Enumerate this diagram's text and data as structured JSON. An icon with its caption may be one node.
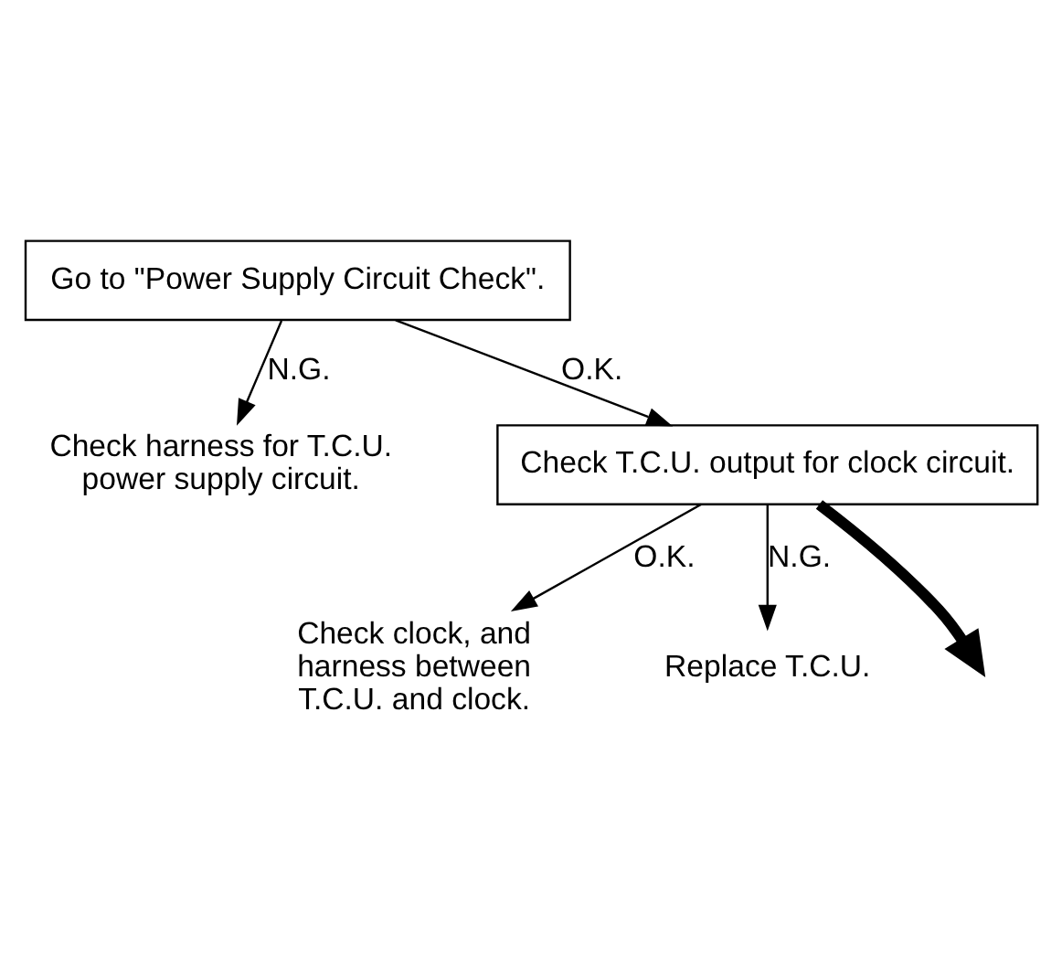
{
  "diagram": {
    "nodes": [
      {
        "text": [
          "Go to \"Power Supply Circuit Check\"."
        ]
      },
      {
        "text": [
          "Check harness for T.C.U. power supply circuit."
        ]
      },
      {
        "text": [
          "Check T.C.U. output for clock circuit."
        ]
      },
      {
        "text": [
          "Check clock, and harness between T.C.U. and clock."
        ]
      },
      {
        "text": [
          "Replace T.C.U."
        ]
      }
    ],
    "edges": [
      {
        "from": 0,
        "to": 2,
        "arrow": "to",
        "label": "O.K."
      },
      {
        "from": 0,
        "to": 1,
        "arrow": "to",
        "label": "N.G."
      },
      {
        "from": 2,
        "to": 3,
        "arrow": "to",
        "label": "O.K."
      },
      {
        "from": 2,
        "to": 4,
        "arrow": "to",
        "label": "N.G."
      },
      {
        "from": 2,
        "to": null,
        "arrow": "to",
        "style": "thick"
      }
    ]
  }
}
